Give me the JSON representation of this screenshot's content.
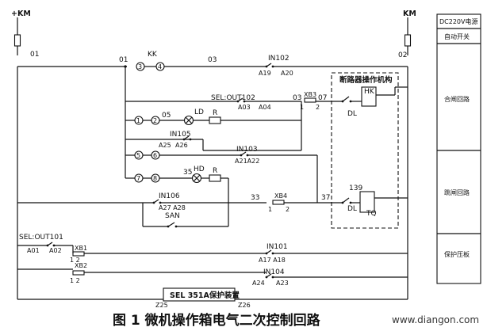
{
  "rails": {
    "left_label": "+KM",
    "right_label": "KM"
  },
  "sidebar": {
    "items": [
      "DC220V电源",
      "自动开关",
      "合闸回路",
      "跳闸回路",
      "保护压板"
    ]
  },
  "labels": {
    "n01_left": "01",
    "n01_mid": "01",
    "n02": "02",
    "kk": "KK",
    "n03_top": "03",
    "in102": "IN102",
    "a19": "A19",
    "a20": "A20",
    "sel_out102": "SEL:OUT102",
    "a03": "A03",
    "a04": "A04",
    "n03_close": "03",
    "xb3": "XB3",
    "xb3_1": "1",
    "xb3_2": "2",
    "n07": "07",
    "breaker_box": "断路器操作机构",
    "hk": "HK",
    "dl_close": "DL",
    "n05": "05",
    "ld": "LD",
    "r_close": "R",
    "in105": "IN105",
    "a25": "A25",
    "a26": "A26",
    "in103": "IN103",
    "a21a22": "A21A22",
    "n35": "35",
    "hd": "HD",
    "r_trip": "R",
    "in106": "IN106",
    "a27a28": "A27 A28",
    "san": "SAN",
    "n33": "33",
    "xb4": "XB4",
    "xb4_1": "1",
    "xb4_2": "2",
    "n37": "37",
    "n139": "139",
    "dl_trip": "DL",
    "tq": "TQ",
    "sel_out101": "SEL:OUT101",
    "a01": "A01",
    "a02": "A02",
    "xb1": "XB1",
    "xb1_nums": "1   2",
    "in101": "IN101",
    "a17a18": "A17 A18",
    "xb2": "XB2",
    "xb2_nums": "1   2",
    "in104": "IN104",
    "a24": "A24",
    "a23": "A23",
    "sel_device": "SEL 351A保护装置",
    "z25": "Z25",
    "z26": "Z26",
    "c3": "3",
    "c4": "4",
    "c1": "1",
    "c2": "2",
    "c5": "5",
    "c6": "6",
    "c7": "7",
    "c8": "8"
  },
  "caption": {
    "title": "图 1   微机操作箱电气二次控制回路",
    "watermark": "www.diangon.com"
  }
}
